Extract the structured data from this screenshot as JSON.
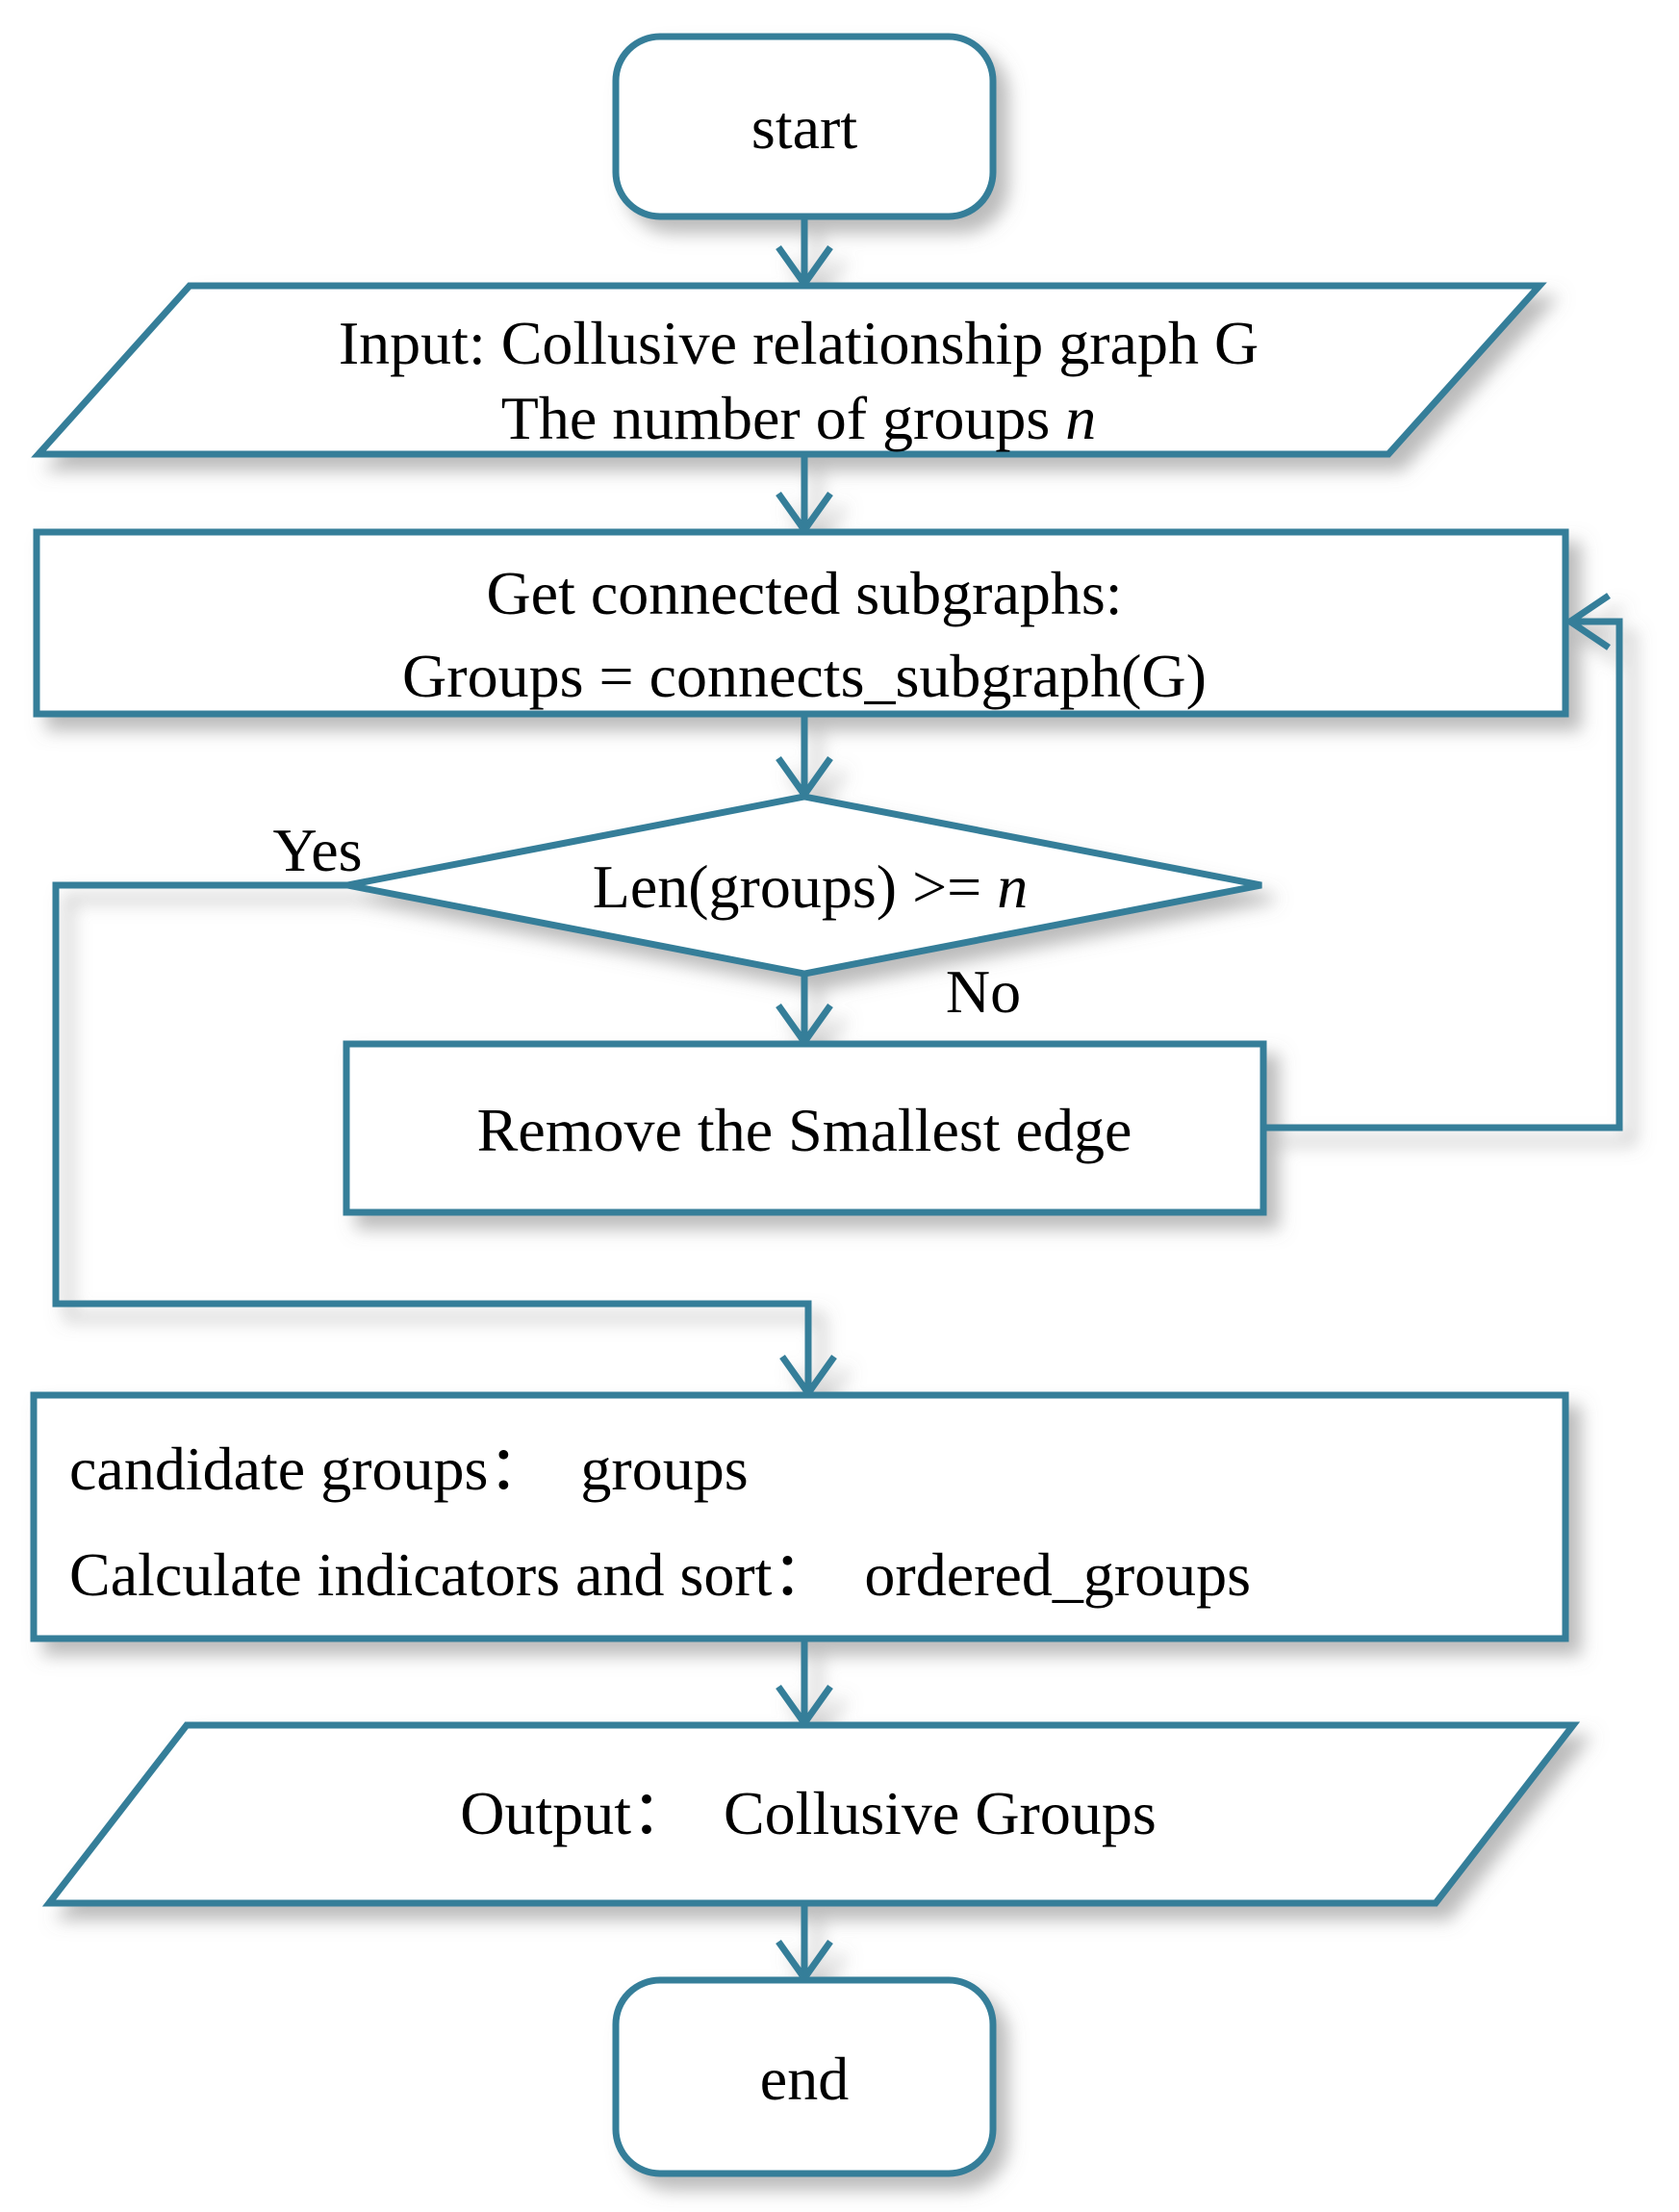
{
  "colors": {
    "stroke": "#347e99",
    "text": "#000000",
    "shape_fill": "#ffffff",
    "background": "#ffffff",
    "shadow": "#8a8a8a"
  },
  "nodes": {
    "start": {
      "label": "start"
    },
    "input": {
      "line1": "Input: Collusive relationship graph G",
      "line2_prefix": "The number of groups ",
      "line2_var": "n"
    },
    "get_subgraphs": {
      "line1": "Get connected subgraphs:",
      "line2": "Groups = connects_subgraph(G)"
    },
    "decision": {
      "label_prefix": "Len(groups) >= ",
      "label_var": "n"
    },
    "remove_edge": {
      "label": "Remove the Smallest edge"
    },
    "candidate": {
      "line1": "candidate groups： groups",
      "line2": "Calculate indicators and sort： ordered_groups"
    },
    "output": {
      "label": "Output： Collusive Groups"
    },
    "end": {
      "label": "end"
    }
  },
  "edges": {
    "yes_label": "Yes",
    "no_label": "No"
  }
}
